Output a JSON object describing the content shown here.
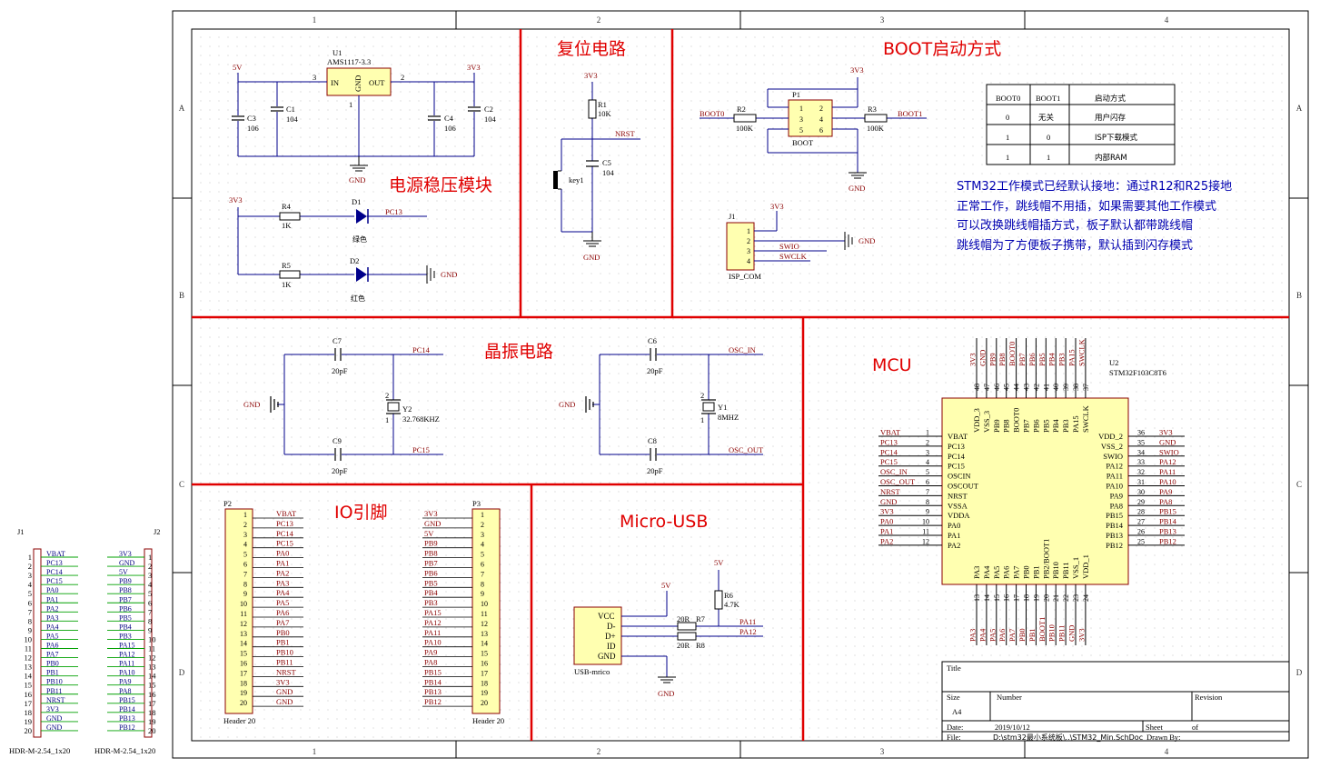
{
  "frame": {
    "cols": [
      "1",
      "2",
      "3",
      "4"
    ],
    "rows": [
      "A",
      "B",
      "C",
      "D"
    ]
  },
  "sections": {
    "power": "电源稳压模块",
    "reset": "复位电路",
    "boot": "BOOT启动方式",
    "crystal": "晶振电路",
    "mcu": "MCU",
    "io": "IO引脚",
    "usb": "Micro-USB"
  },
  "power": {
    "u1_ref": "U1",
    "u1_value": "AMS1117-3.3",
    "in": "IN",
    "gnd": "GND",
    "out": "OUT",
    "pin3": "3",
    "pin2": "2",
    "pin1": "1",
    "net_5v": "5V",
    "net_3v3": "3V3",
    "c3": "C3",
    "c3v": "106",
    "c1": "C1",
    "c1v": "104",
    "c4": "C4",
    "c4v": "106",
    "c2": "C2",
    "c2v": "104",
    "gnd_label": "GND",
    "led_net": "3V3",
    "r4": "R4",
    "r4v": "1K",
    "d1": "D1",
    "d1_color": "绿色",
    "d1_net": "PC13",
    "r5": "R5",
    "r5v": "1K",
    "d2": "D2",
    "d2_color": "红色",
    "d2_gnd": "GND"
  },
  "reset": {
    "net": "3V3",
    "r1": "R1",
    "r1v": "10K",
    "nrst": "NRST",
    "c5": "C5",
    "c5v": "104",
    "key": "key1",
    "gnd": "GND"
  },
  "boot": {
    "net": "3V3",
    "boot0": "BOOT0",
    "boot1": "BOOT1",
    "r2": "R2",
    "r2v": "100K",
    "r3": "R3",
    "r3v": "100K",
    "p1": "P1",
    "p1_label": "BOOT",
    "p1_pins": [
      "1",
      "2",
      "3",
      "4",
      "5",
      "6"
    ],
    "gnd": "GND",
    "j1": "J1",
    "j1_label": "ISP_COM",
    "j1_pins": [
      "1",
      "2",
      "3",
      "4"
    ],
    "j1_net": "3V3",
    "swio": "SWIO",
    "swclk": "SWCLK",
    "j1_gnd": "GND",
    "table_header": [
      "BOOT0",
      "BOOT1",
      "启动方式"
    ],
    "table_rows": [
      [
        "0",
        "无关",
        "用户闪存"
      ],
      [
        "1",
        "0",
        "ISP下载模式"
      ],
      [
        "1",
        "1",
        "内部RAM"
      ]
    ],
    "note": [
      "STM32工作模式已经默认接地：通过R12和R25接地",
      "正常工作，跳线帽不用插，如果需要其他工作模式",
      "可以改换跳线帽插方式，板子默认都带跳线帽",
      "跳线帽为了方便板子携带，默认插到闪存模式"
    ]
  },
  "crystal": {
    "c7": "C7",
    "c7v": "20pF",
    "c9": "C9",
    "c9v": "20pF",
    "y2": "Y2",
    "y2v": "32.768KHZ",
    "pc14": "PC14",
    "pc15": "PC15",
    "gnd": "GND",
    "c6": "C6",
    "c6v": "20pF",
    "c8": "C8",
    "c8v": "20pF",
    "y1": "Y1",
    "y1v": "8MHZ",
    "osc_in": "OSC_IN",
    "osc_out": "OSC_OUT",
    "y_pin1": "1",
    "y_pin2": "2"
  },
  "mcu": {
    "ref": "U2",
    "value": "STM32F103C8T6",
    "left": [
      [
        "1",
        "VBAT",
        "VBAT"
      ],
      [
        "2",
        "PC13",
        "PC13"
      ],
      [
        "3",
        "PC14",
        "PC14"
      ],
      [
        "4",
        "PC15",
        "PC15"
      ],
      [
        "5",
        "OSCIN",
        "OSC_IN"
      ],
      [
        "6",
        "OSCOUT",
        "OSC_OUT"
      ],
      [
        "7",
        "NRST",
        "NRST"
      ],
      [
        "8",
        "VSSA",
        "GND"
      ],
      [
        "9",
        "VDDA",
        "3V3"
      ],
      [
        "10",
        "PA0",
        "PA0"
      ],
      [
        "11",
        "PA1",
        "PA1"
      ],
      [
        "12",
        "PA2",
        "PA2"
      ]
    ],
    "right": [
      [
        "36",
        "VDD_2",
        "3V3"
      ],
      [
        "35",
        "VSS_2",
        "GND"
      ],
      [
        "34",
        "SWIO",
        "SWIO"
      ],
      [
        "33",
        "PA12",
        "PA12"
      ],
      [
        "32",
        "PA11",
        "PA11"
      ],
      [
        "31",
        "PA10",
        "PA10"
      ],
      [
        "30",
        "PA9",
        "PA9"
      ],
      [
        "29",
        "PA8",
        "PA8"
      ],
      [
        "28",
        "PB15",
        "PB15"
      ],
      [
        "27",
        "PB14",
        "PB14"
      ],
      [
        "26",
        "PB13",
        "PB13"
      ],
      [
        "25",
        "PB12",
        "PB12"
      ]
    ],
    "top": [
      [
        "48",
        "VDD_3",
        "3V3"
      ],
      [
        "47",
        "VSS_3",
        "GND"
      ],
      [
        "46",
        "PB9",
        "PB9"
      ],
      [
        "45",
        "PB8",
        "PB8"
      ],
      [
        "44",
        "BOOT0",
        "BOOT0"
      ],
      [
        "43",
        "PB7",
        "PB7"
      ],
      [
        "42",
        "PB6",
        "PB6"
      ],
      [
        "41",
        "PB5",
        "PB5"
      ],
      [
        "40",
        "PB4",
        "PB4"
      ],
      [
        "39",
        "PB3",
        "PB3"
      ],
      [
        "38",
        "PA15",
        "PA15"
      ],
      [
        "37",
        "SWCLK",
        "SWCLK"
      ]
    ],
    "bottom": [
      [
        "13",
        "PA3",
        "PA3"
      ],
      [
        "14",
        "PA4",
        "PA4"
      ],
      [
        "15",
        "PA5",
        "PA5"
      ],
      [
        "16",
        "PA6",
        "PA6"
      ],
      [
        "17",
        "PA7",
        "PA7"
      ],
      [
        "18",
        "PB0",
        "PB0"
      ],
      [
        "19",
        "PB1",
        "PB1"
      ],
      [
        "20",
        "PB2/BOOT1",
        "BOOT1"
      ],
      [
        "21",
        "PB10",
        "PB10"
      ],
      [
        "22",
        "PB11",
        "PB11"
      ],
      [
        "23",
        "VSS_1",
        "GND"
      ],
      [
        "24",
        "VDD_1",
        "3V3"
      ]
    ]
  },
  "io": {
    "p2": "P2",
    "p2_label": "Header 20",
    "p2_nets": [
      "VBAT",
      "PC13",
      "PC14",
      "PC15",
      "PA0",
      "PA1",
      "PA2",
      "PA3",
      "PA4",
      "PA5",
      "PA6",
      "PA7",
      "PB0",
      "PB1",
      "PB10",
      "PB11",
      "NRST",
      "3V3",
      "GND",
      "GND"
    ],
    "p3": "P3",
    "p3_label": "Header 20",
    "p3_nets": [
      "3V3",
      "GND",
      "5V",
      "PB9",
      "PB8",
      "PB7",
      "PB6",
      "PB5",
      "PB4",
      "PB3",
      "PA15",
      "PA12",
      "PA11",
      "PA10",
      "PA9",
      "PA8",
      "PB15",
      "PB14",
      "PB13",
      "PB12"
    ],
    "pins": [
      "1",
      "2",
      "3",
      "4",
      "5",
      "6",
      "7",
      "8",
      "9",
      "10",
      "11",
      "12",
      "13",
      "14",
      "15",
      "16",
      "17",
      "18",
      "19",
      "20"
    ]
  },
  "usb": {
    "pins": [
      "VCC",
      "D-",
      "D+",
      "ID",
      "GND"
    ],
    "label": "USB-mrico",
    "net_5v": "5V",
    "r6": "R6",
    "r6v": "4.7K",
    "r6_net": "5V",
    "r7": "R7",
    "r7v": "20R",
    "r8": "R8",
    "r8v": "20R",
    "pa11": "PA11",
    "pa12": "PA12",
    "gnd": "GND"
  },
  "left_headers": {
    "j1": "J1",
    "j2": "J2",
    "j1_nets": [
      "VBAT",
      "PC13",
      "PC14",
      "PC15",
      "PA0",
      "PA1",
      "PA2",
      "PA3",
      "PA4",
      "PA5",
      "PA6",
      "PA7",
      "PB0",
      "PB1",
      "PB10",
      "PB11",
      "NRST",
      "3V3",
      "GND",
      "GND"
    ],
    "j2_nets": [
      "3V3",
      "GND",
      "5V",
      "PB9",
      "PB8",
      "PB7",
      "PB6",
      "PB5",
      "PB4",
      "PB3",
      "PA15",
      "PA12",
      "PA11",
      "PA10",
      "PA9",
      "PA8",
      "PB15",
      "PB14",
      "PB13",
      "PB12"
    ],
    "pins": [
      "1",
      "2",
      "3",
      "4",
      "5",
      "6",
      "7",
      "8",
      "9",
      "10",
      "11",
      "12",
      "13",
      "14",
      "15",
      "16",
      "17",
      "18",
      "19",
      "20"
    ],
    "j1_label": "HDR-M-2.54_1x20",
    "j2_label": "HDR-M-2.54_1x20"
  },
  "title_block": {
    "title": "Title",
    "size": "Size",
    "size_value": "A4",
    "number": "Number",
    "revision": "Revision",
    "date": "Date:",
    "date_value": "2019/10/12",
    "sheet": "Sheet",
    "of": "of",
    "file": "File:",
    "file_value": "D:\\stm32最小系统板\\..\\STM32_Min.SchDoc",
    "drawn_by": "Drawn By:"
  }
}
